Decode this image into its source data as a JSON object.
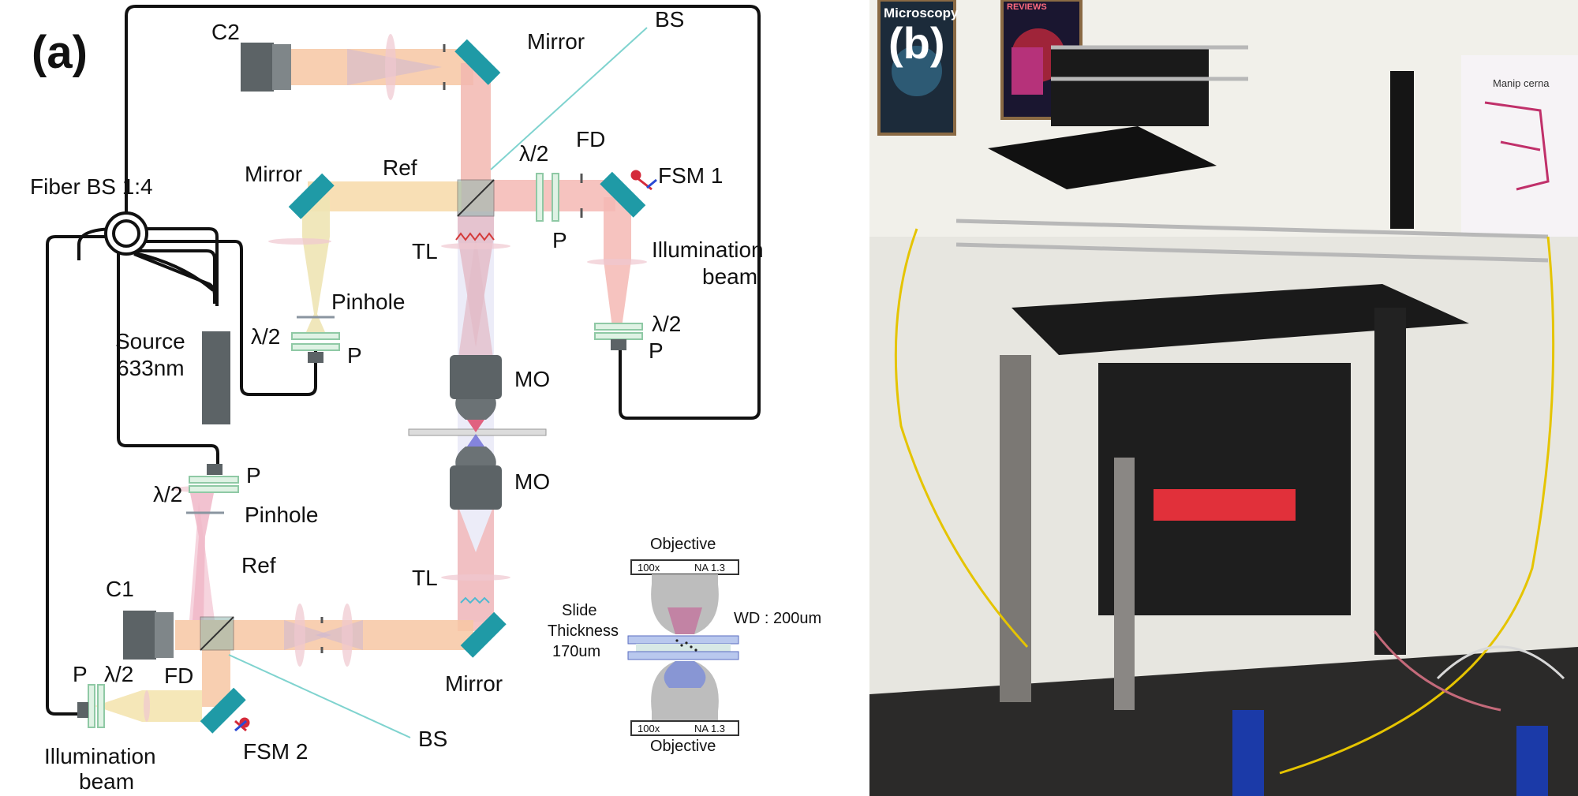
{
  "panels": {
    "left_label": "(a)",
    "right_label": "(b)"
  },
  "labels": {
    "c2": "C2",
    "mirror_top": "Mirror",
    "bs_top": "BS",
    "fiber_bs": "Fiber BS 1:4",
    "mirror_left": "Mirror",
    "ref_top": "Ref",
    "half_wave_top": "λ/2",
    "fd_top": "FD",
    "fsm1": "FSM 1",
    "tl_top": "TL",
    "p_top": "P",
    "illum_top_1": "Illumination",
    "illum_top_2": "beam",
    "pinhole_top": "Pinhole",
    "source_1": "Source",
    "source_2": "633nm",
    "half_wave_left": "λ/2",
    "p_left": "P",
    "half_wave_right": "λ/2",
    "p_right": "P",
    "mo_top": "MO",
    "mo_bottom": "MO",
    "p_mid": "P",
    "half_wave_mid": "λ/2",
    "pinhole_bottom": "Pinhole",
    "ref_bottom": "Ref",
    "c1": "C1",
    "tl_bottom": "TL",
    "mirror_bottom": "Mirror",
    "p_bottom": "P",
    "half_wave_bottom": "λ/2",
    "fd_bottom": "FD",
    "illum_bottom_1": "Illumination",
    "illum_bottom_2": "beam",
    "fsm2": "FSM 2",
    "bs_bottom": "BS"
  },
  "inset": {
    "objective_top": "Objective",
    "mag_top": "100x",
    "na_top": "NA 1.3",
    "slide_1": "Slide",
    "slide_2": "Thickness",
    "slide_3": "170um",
    "wd": "WD : 200um",
    "mag_bottom": "100x",
    "na_bottom": "NA 1.3",
    "objective_bottom": "Objective"
  },
  "photo": {
    "poster1_title": "Microscopy",
    "poster2_title": "REVIEWS",
    "note_title": "Manip cerna"
  },
  "colors": {
    "beam_orange": "#f7c7a3",
    "beam_red": "#f2b7b0",
    "beam_pink": "#f0b7c8",
    "beam_yellow": "#f4e4b0",
    "optic_teal": "#1f9aa6",
    "dark_gray": "#5c6366"
  }
}
